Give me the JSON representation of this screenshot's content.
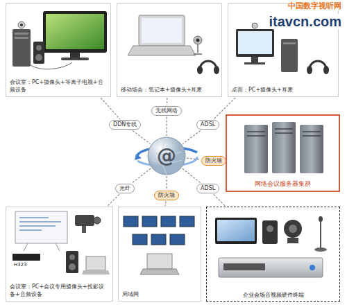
{
  "diagram": {
    "nodes": [
      {
        "text": [
          "会议室：PC+摄像头+等离子电视+音频设备"
        ]
      },
      {
        "text": [
          "移动场合：笔记本+摄像头+耳麦"
        ]
      },
      {
        "text": [
          "桌面：PC+摄像头+耳麦"
        ]
      },
      {
        "text": [
          "DDN专线"
        ]
      },
      {
        "text": [
          "无线网络"
        ]
      },
      {
        "text": [
          "ADSL"
        ]
      },
      {
        "text": [
          "@"
        ]
      },
      {
        "text": [
          "防火墙"
        ]
      },
      {
        "text": [
          "网络会议服务器集群"
        ]
      },
      {
        "text": [
          "光纤"
        ]
      },
      {
        "text": [
          "防火墙"
        ]
      },
      {
        "text": [
          "ADSL"
        ]
      },
      {
        "text": [
          "会议室：PC+会议专用摄像头+投影设备+音频设备"
        ]
      },
      {
        "text": [
          "局域网"
        ]
      },
      {
        "text": [
          "企业会场音视频硬件终端"
        ]
      }
    ],
    "edges": [
      {
        "from": 0,
        "to": 3,
        "arrow": "none"
      },
      {
        "from": 3,
        "to": 6,
        "arrow": "none"
      },
      {
        "from": 1,
        "to": 4,
        "arrow": "none"
      },
      {
        "from": 4,
        "to": 6,
        "arrow": "none"
      },
      {
        "from": 2,
        "to": 5,
        "arrow": "none"
      },
      {
        "from": 5,
        "to": 6,
        "arrow": "none"
      },
      {
        "from": 6,
        "to": 7,
        "arrow": "none"
      },
      {
        "from": 7,
        "to": 8,
        "arrow": "none"
      },
      {
        "from": 6,
        "to": 9,
        "arrow": "none"
      },
      {
        "from": 9,
        "to": 12,
        "arrow": "none"
      },
      {
        "from": 6,
        "to": 10,
        "arrow": "none"
      },
      {
        "from": 10,
        "to": 13,
        "arrow": "none"
      },
      {
        "from": 6,
        "to": 11,
        "arrow": "none"
      },
      {
        "from": 11,
        "to": 14,
        "arrow": "none"
      }
    ],
    "labels": [
      "中国数字视听网",
      "itavcn.com",
      "H323"
    ]
  }
}
